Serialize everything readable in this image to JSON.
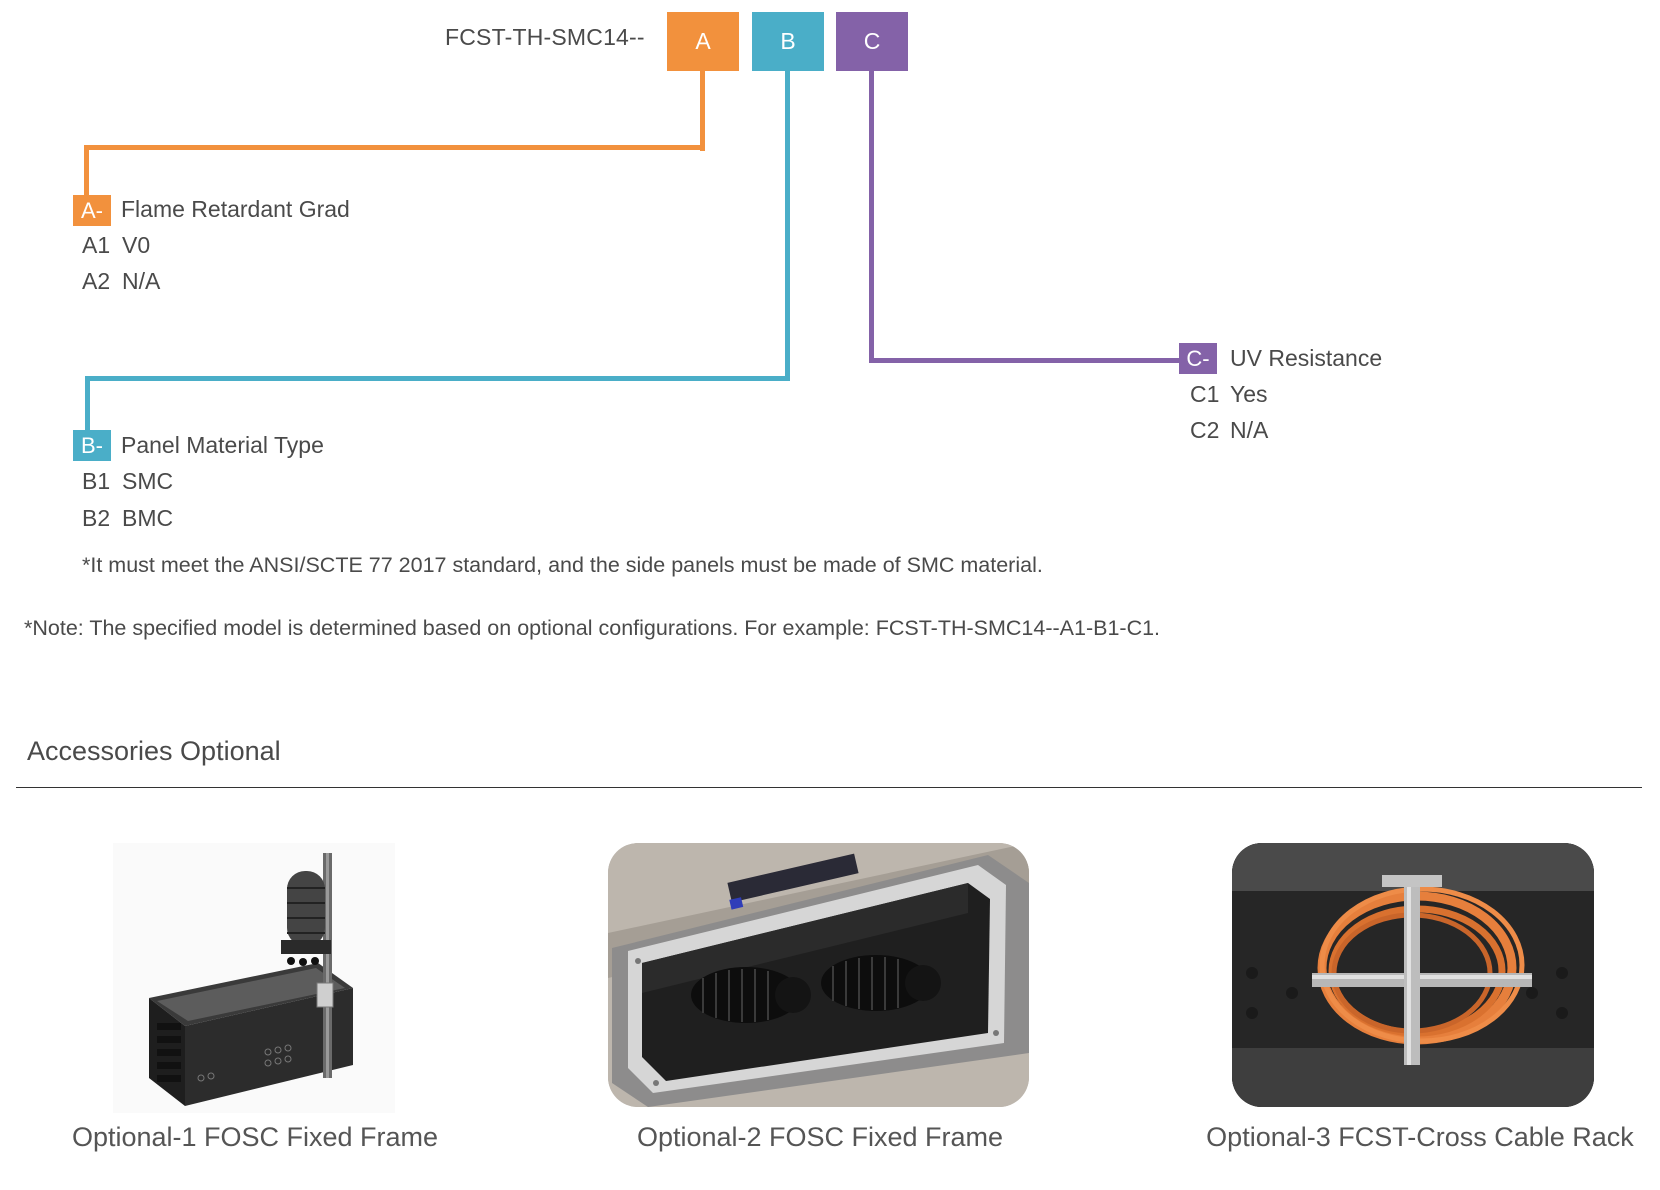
{
  "model_prefix": "FCST-TH-SMC14--",
  "colors": {
    "a": "#f2913d",
    "b": "#4aaec8",
    "c": "#8462a8"
  },
  "codes": {
    "a": "A",
    "b": "B",
    "c": "C"
  },
  "group_a": {
    "tag": "A-",
    "title": "Flame Retardant Grad",
    "options": [
      {
        "code": "A1",
        "value": "V0"
      },
      {
        "code": "A2",
        "value": "N/A"
      }
    ]
  },
  "group_b": {
    "tag": "B-",
    "title": "Panel Material Type",
    "options": [
      {
        "code": "B1",
        "value": "SMC"
      },
      {
        "code": "B2",
        "value": "BMC"
      }
    ],
    "note": "*It must meet the ANSI/SCTE 77 2017 standard, and the side panels must be made of SMC material."
  },
  "group_c": {
    "tag": "C-",
    "title": "UV Resistance",
    "options": [
      {
        "code": "C1",
        "value": "Yes"
      },
      {
        "code": "C2",
        "value": "N/A"
      }
    ]
  },
  "model_note": "*Note: The specified model is determined based on optional configurations. For example: FCST-TH-SMC14--A1-B1-C1.",
  "accessories": {
    "title": "Accessories Optional",
    "items": [
      {
        "caption": "Optional-1 FOSC Fixed Frame",
        "image": "fosc-fixed-frame-render"
      },
      {
        "caption": "Optional-2 FOSC Fixed Frame",
        "image": "fosc-fixed-frame-photo"
      },
      {
        "caption": "Optional-3 FCST-Cross Cable Rack",
        "image": "cross-cable-rack-photo"
      }
    ]
  }
}
